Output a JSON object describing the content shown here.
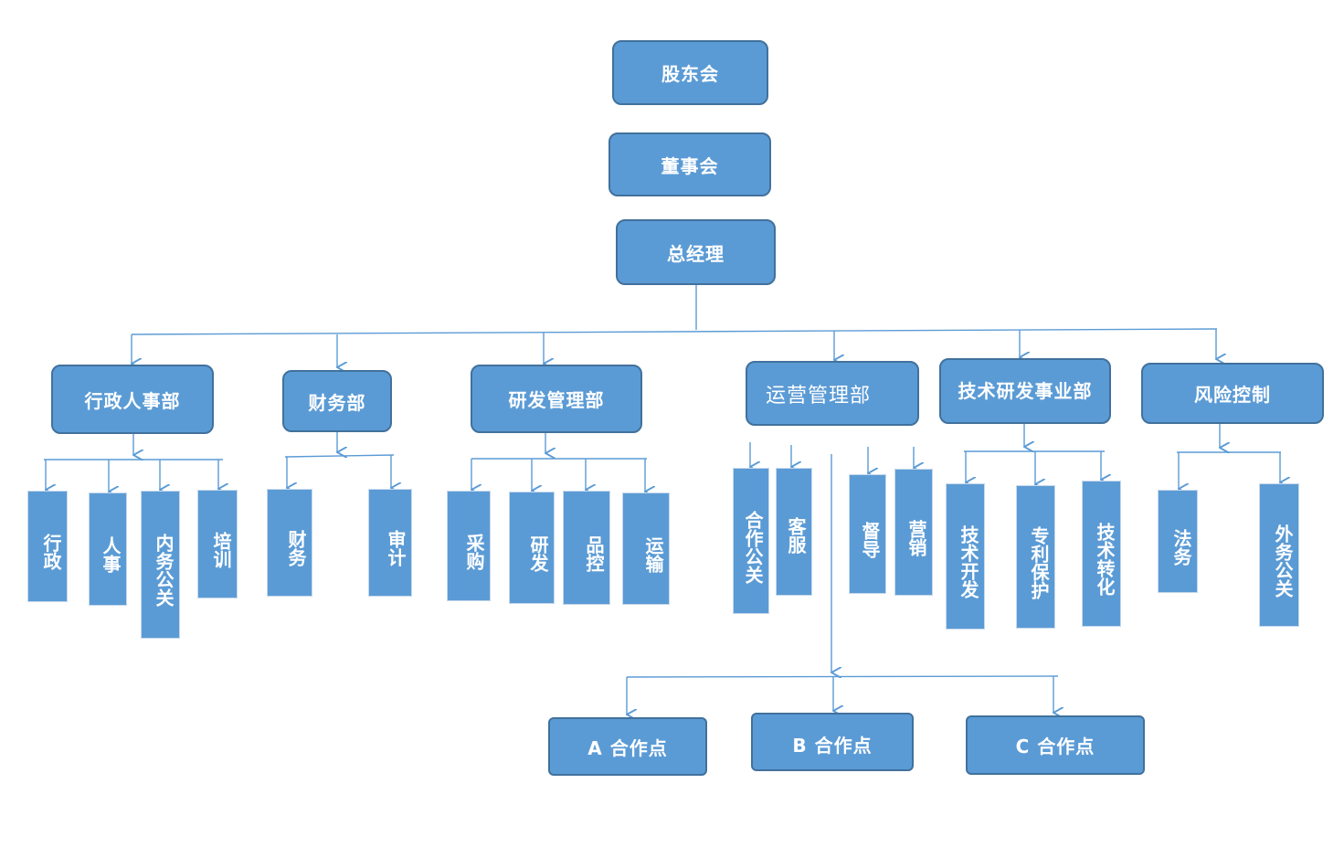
{
  "top": {
    "shareholders": "股东会",
    "board": "董事会",
    "gm": "总经理"
  },
  "departments": {
    "admin_hr": "行政人事部",
    "finance": "财务部",
    "rd_mgmt": "研发管理部",
    "operations": "运营管理部",
    "tech_rd": "技术研发事业部",
    "risk": "风险控制"
  },
  "sub": {
    "admin": "行政",
    "hr": "人事",
    "internal_pr": "内务公关",
    "training": "培训",
    "fin": "财务",
    "audit": "审计",
    "purchase": "采购",
    "rd": "研发",
    "qc": "品控",
    "transport": "运输",
    "coop_pr": "合作公关",
    "service": "客服",
    "supervise": "督导",
    "marketing": "营销",
    "tech_dev": "技术开发",
    "patent": "专利保护",
    "tech_transfer": "技术转化",
    "legal": "法务",
    "external_pr": "外务公关"
  },
  "partners": {
    "a": "A 合作点",
    "b": "B 合作点",
    "c": "C 合作点"
  },
  "colors": {
    "box_fill": "#5b9bd5",
    "box_border": "#41719c",
    "connector": "#5b9bd5",
    "text": "#ffffff"
  }
}
